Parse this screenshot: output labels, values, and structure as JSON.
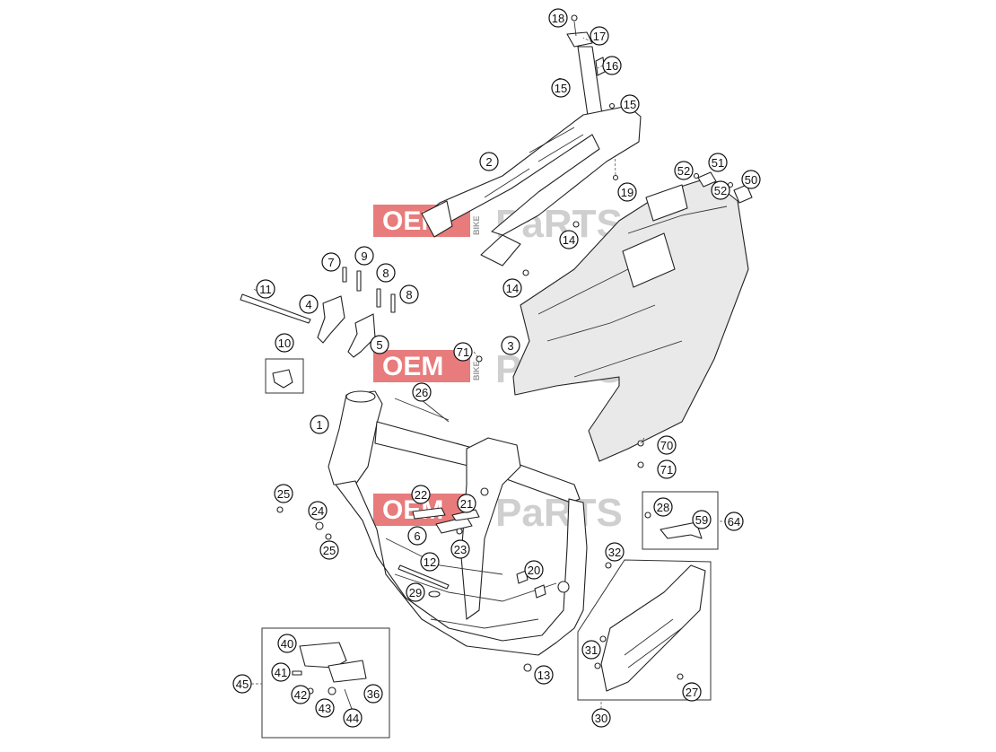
{
  "watermark": {
    "oem": "OEM",
    "bike": "BIKE",
    "parts": "PaRTS",
    "oem_color": "#e25a5a",
    "parts_color": "#d0d0d0"
  },
  "callouts": [
    "1",
    "2",
    "3",
    "4",
    "5",
    "6",
    "7",
    "8",
    "9",
    "10",
    "11",
    "12",
    "13",
    "14",
    "15",
    "16",
    "17",
    "18",
    "19",
    "20",
    "21",
    "22",
    "23",
    "24",
    "25",
    "26",
    "27",
    "28",
    "29",
    "30",
    "31",
    "32",
    "36",
    "40",
    "41",
    "42",
    "43",
    "44",
    "45",
    "50",
    "51",
    "52",
    "59",
    "64",
    "70",
    "71"
  ]
}
